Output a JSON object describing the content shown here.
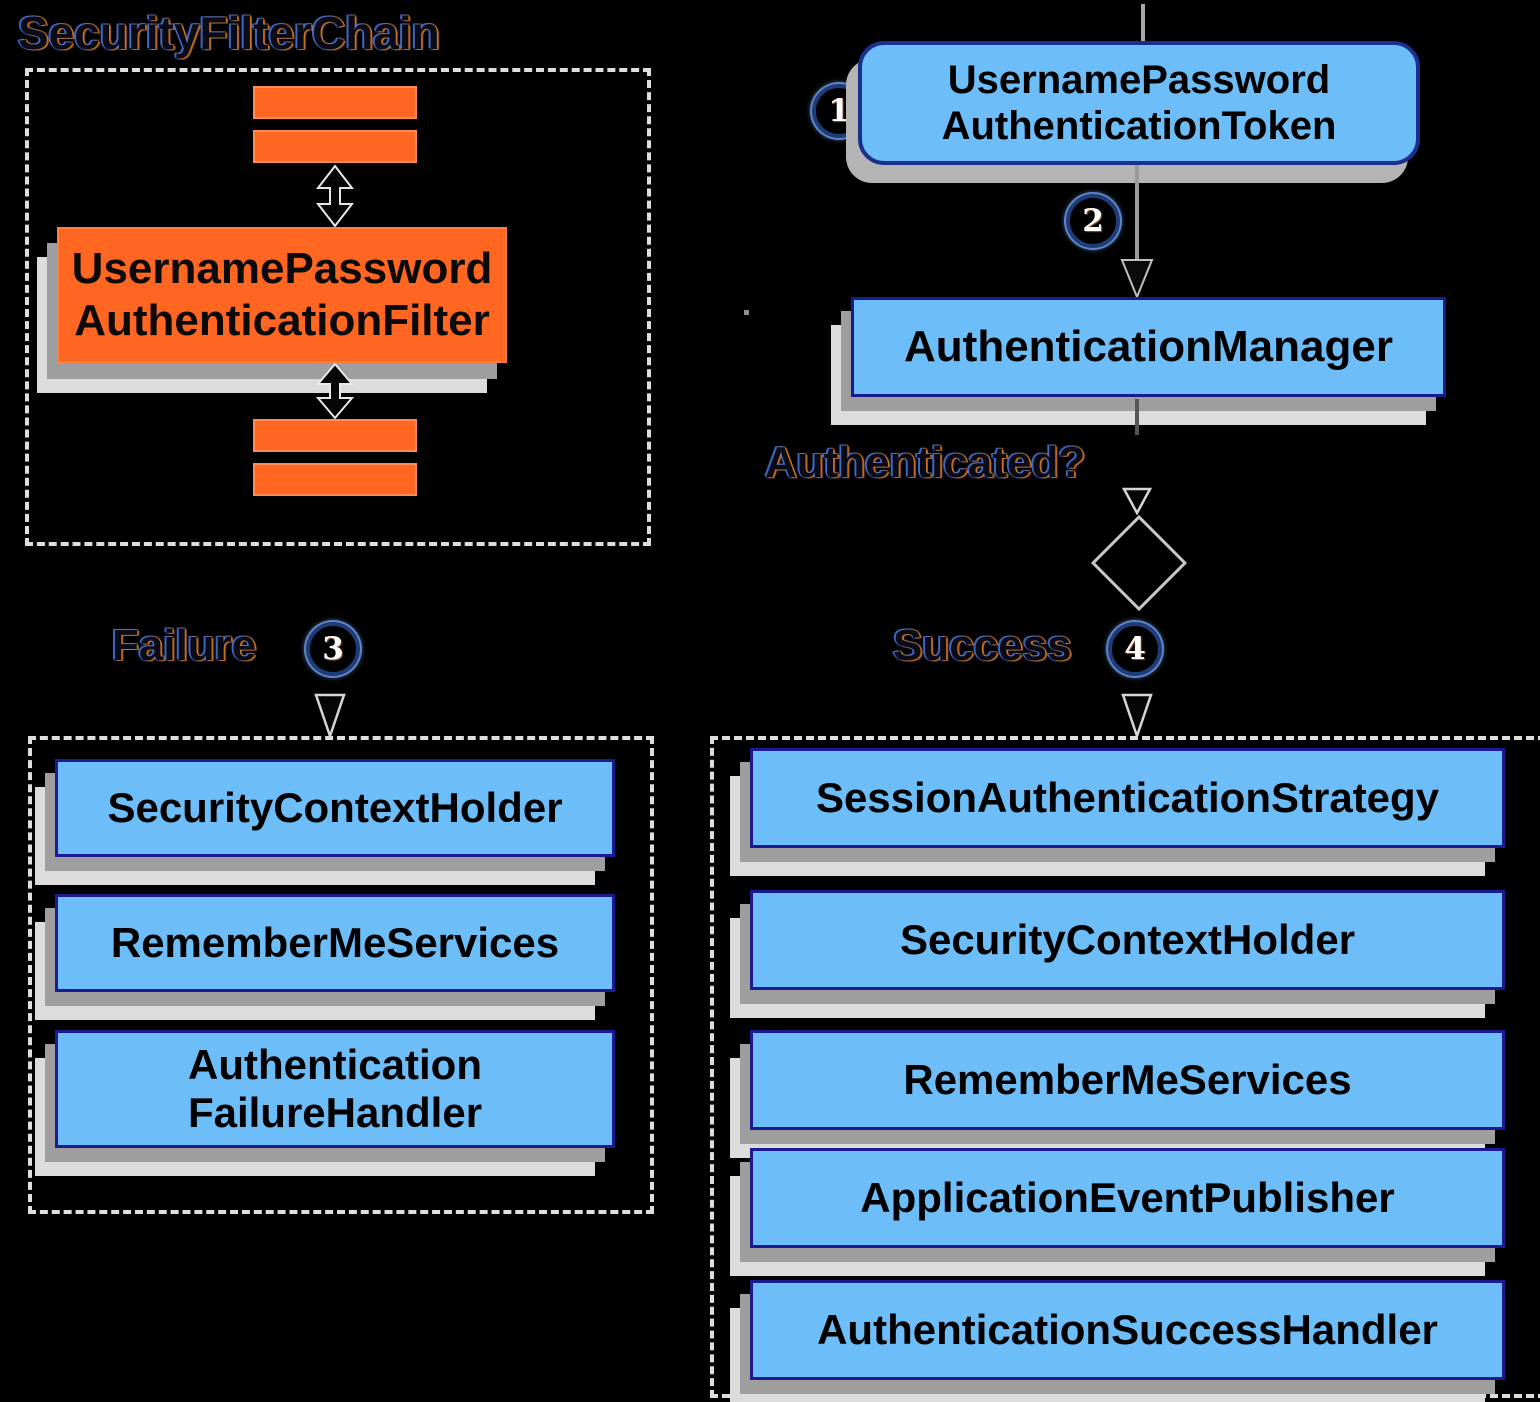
{
  "title": "SecurityFilterChain",
  "filter_chain": {
    "filter_box": {
      "line1": "UsernamePassword",
      "line2": "AuthenticationFilter"
    }
  },
  "flow": {
    "step1": "1",
    "step2": "2",
    "step3": "3",
    "step4": "4",
    "token_box": {
      "line1": "UsernamePassword",
      "line2": "AuthenticationToken"
    },
    "manager_box": "AuthenticationManager",
    "authenticated_label": "Authenticated?"
  },
  "failure": {
    "label": "Failure",
    "boxes": [
      "SecurityContextHolder",
      "RememberMeServices"
    ],
    "failure_handler": {
      "line1": "Authentication",
      "line2": "FailureHandler"
    }
  },
  "success": {
    "label": "Success",
    "boxes": [
      "SessionAuthenticationStrategy",
      "SecurityContextHolder",
      "RememberMeServices",
      "ApplicationEventPublisher",
      "AuthenticationSuccessHandler"
    ]
  },
  "colors": {
    "background": "#000000",
    "orange": "#FF6621",
    "orange_border": "#FF8B55",
    "blue": "#6CBDF8",
    "navy_border": "#1B1B8F",
    "shadow": "#9E9E9E",
    "shadow_light": "#DCDCDC",
    "dash": "#DEDEDE"
  }
}
